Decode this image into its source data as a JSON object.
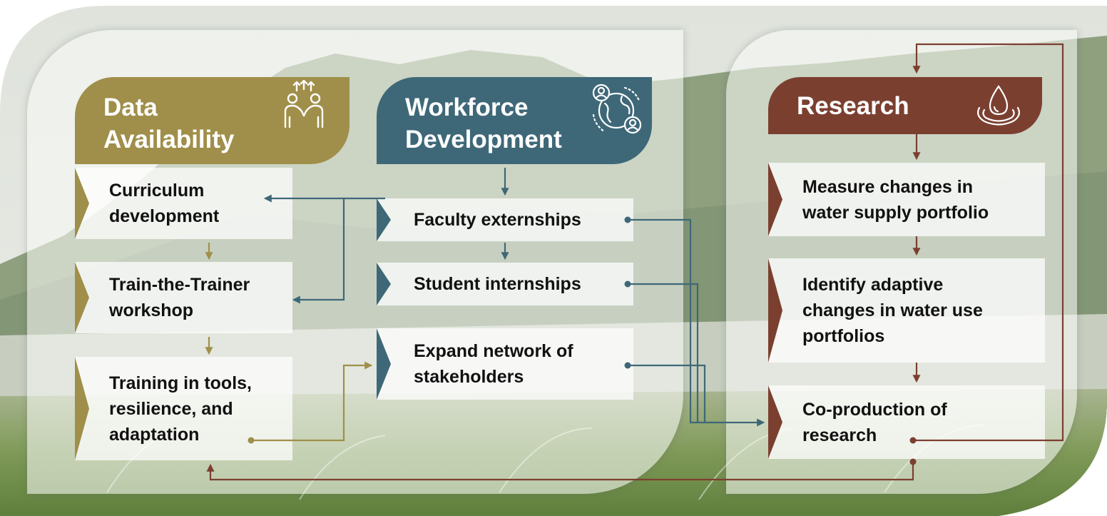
{
  "colors": {
    "data_availability": "#a08f4a",
    "workforce_development": "#3e6878",
    "research": "#7b3f30"
  },
  "columns": {
    "data_availability": {
      "title_line1": "Data",
      "title_line2": "Availability",
      "icon": "people-collaboration-icon",
      "items": [
        {
          "line1": "Curriculum",
          "line2": "development"
        },
        {
          "line1": "Train-the-Trainer",
          "line2": "workshop"
        },
        {
          "line1": "Training in tools,",
          "line2": "resilience, and",
          "line3": "adaptation"
        }
      ]
    },
    "workforce_development": {
      "title_line1": "Workforce",
      "title_line2": "Development",
      "icon": "globe-people-network-icon",
      "items": [
        {
          "line1": "Faculty externships"
        },
        {
          "line1": "Student internships"
        },
        {
          "line1": "Expand network of",
          "line2": "stakeholders"
        }
      ]
    },
    "research": {
      "title_line1": "Research",
      "icon": "water-drop-icon",
      "items": [
        {
          "line1": "Measure changes in",
          "line2": "water supply portfolio"
        },
        {
          "line1": "Identify adaptive",
          "line2": "changes in water use",
          "line3": "portfolios"
        },
        {
          "line1": "Co-production of",
          "line2": "research"
        }
      ]
    }
  }
}
